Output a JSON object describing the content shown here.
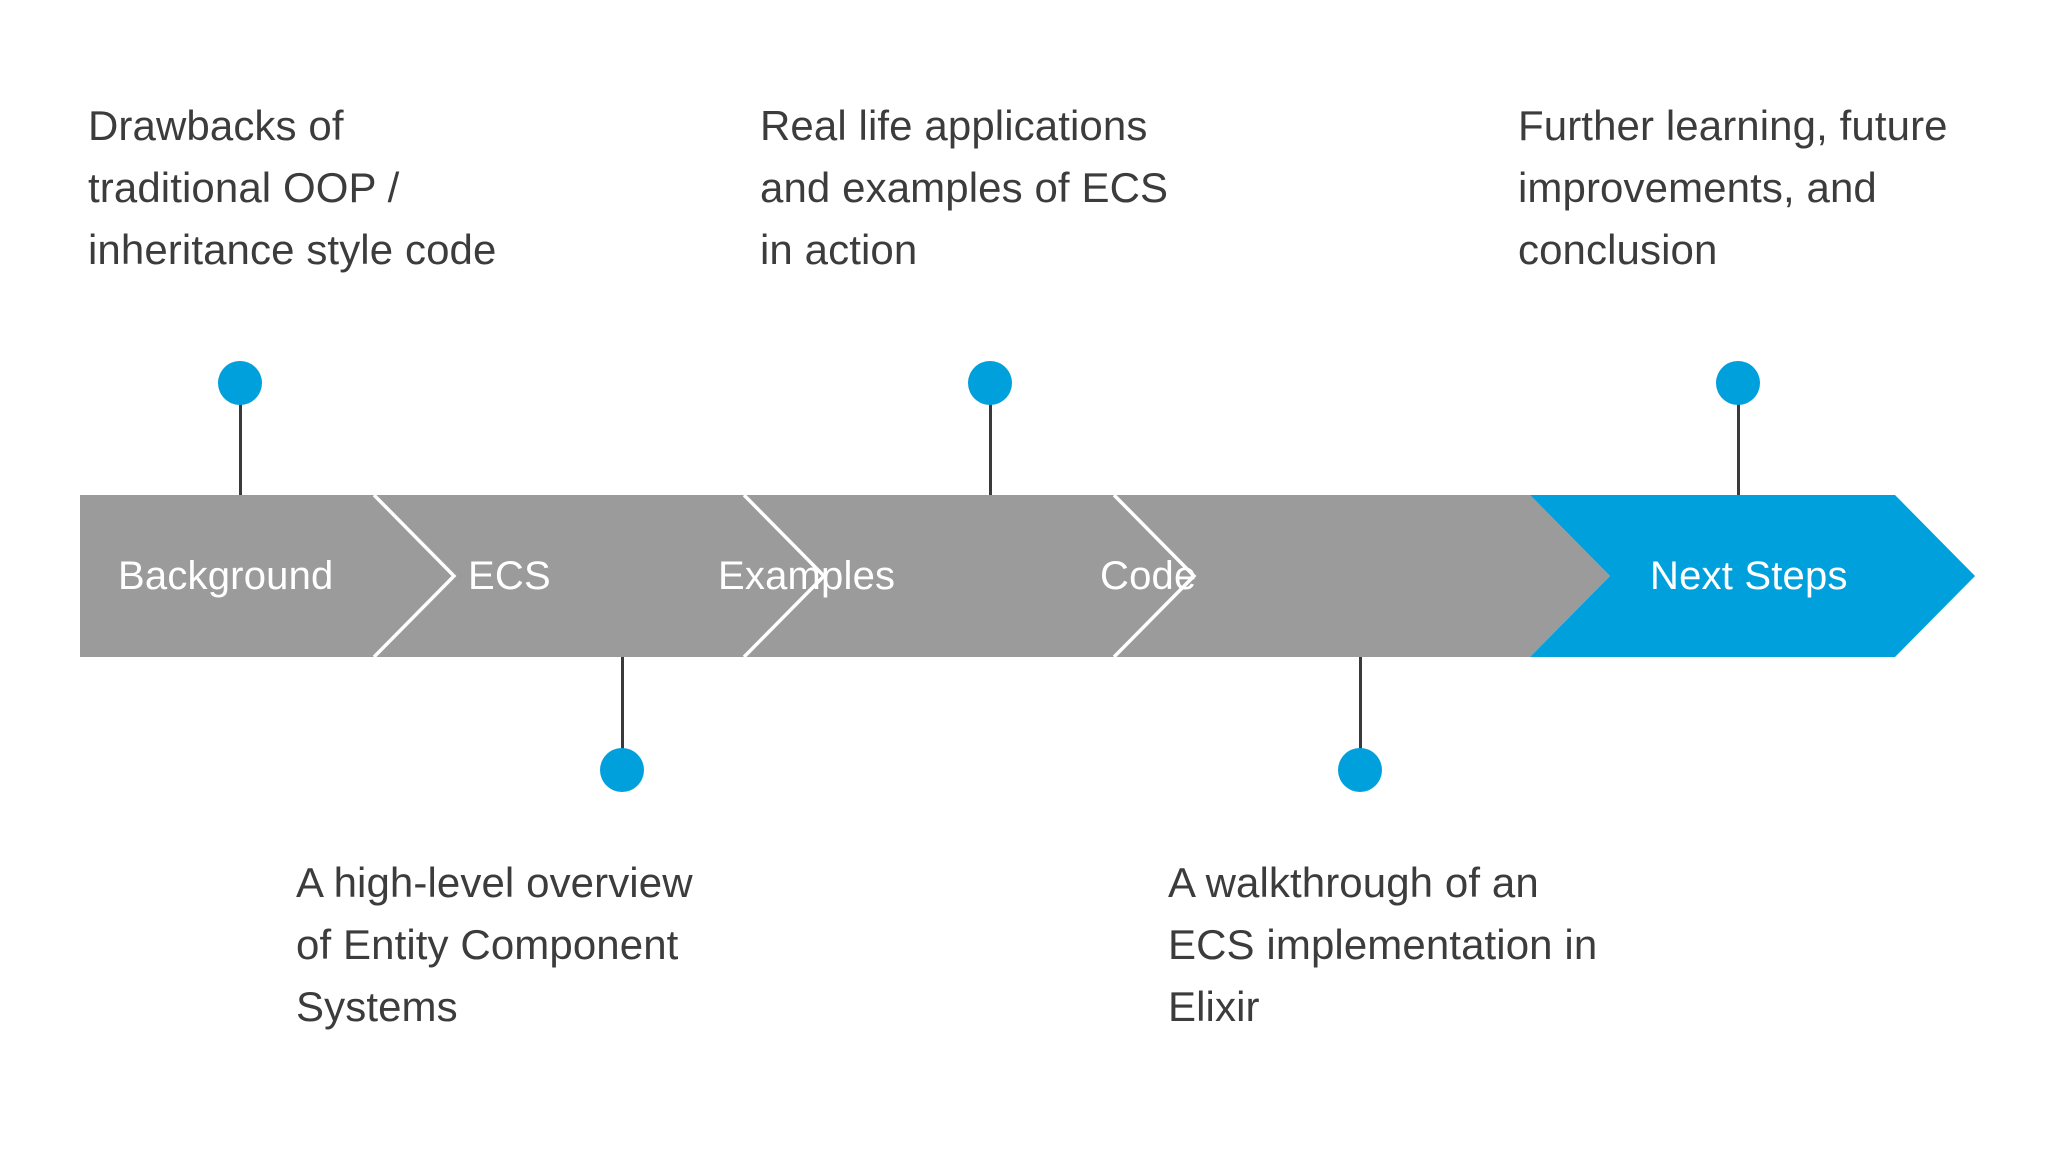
{
  "diagram": {
    "type": "chevron-process-timeline",
    "title": "Presentation agenda",
    "colors": {
      "background": "#ffffff",
      "segment_default": "#9b9b9b",
      "segment_active": "#00a0dc",
      "segment_divider": "#ffffff",
      "segment_label": "#ffffff",
      "callout_text": "#3c3c3c",
      "connector_line": "#3a3a3a",
      "dot": "#00a0dc"
    },
    "segments": [
      {
        "id": "background",
        "label": "Background",
        "state": "default",
        "callout_position": "top",
        "callout": "Drawbacks of\ntraditional OOP /\ninheritance style code"
      },
      {
        "id": "ecs",
        "label": "ECS",
        "state": "default",
        "callout_position": "bottom",
        "callout": "A high-level overview\nof Entity Component\nSystems"
      },
      {
        "id": "examples",
        "label": "Examples",
        "state": "default",
        "callout_position": "top",
        "callout": "Real life applications\nand examples of ECS\nin action"
      },
      {
        "id": "code",
        "label": "Code",
        "state": "default",
        "callout_position": "bottom",
        "callout": "A walkthrough of an\nECS implementation in\nElixir"
      },
      {
        "id": "next-steps",
        "label": "Next Steps",
        "state": "active",
        "callout_position": "top",
        "callout": "Further learning, future\nimprovements, and\nconclusion"
      }
    ]
  }
}
